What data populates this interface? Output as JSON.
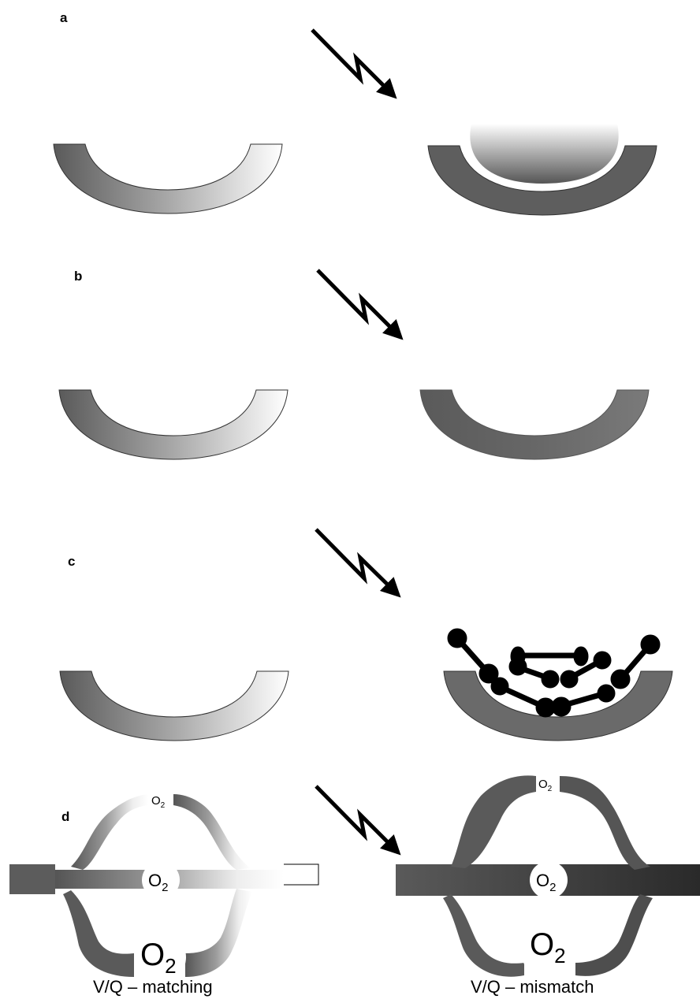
{
  "panels": [
    {
      "id": "a",
      "label": "a"
    },
    {
      "id": "b",
      "label": "b"
    },
    {
      "id": "c",
      "label": "c"
    },
    {
      "id": "d",
      "label": "d"
    }
  ],
  "oxygen": {
    "symbol": "O",
    "subscript": "2"
  },
  "captions": {
    "left": "V/Q – matching",
    "right": "V/Q – mismatch"
  },
  "colors": {
    "tissue_dark": "#5e5e5e",
    "tissue_light": "#f2f2f2",
    "obstruction": "#000000"
  }
}
